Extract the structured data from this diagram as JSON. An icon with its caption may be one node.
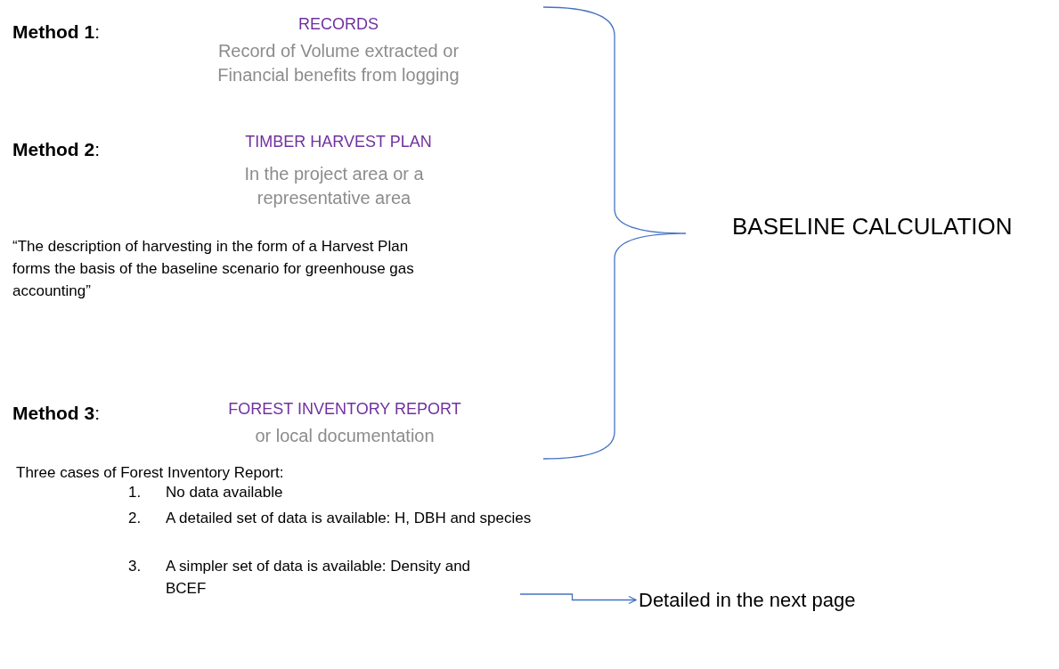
{
  "diagram": {
    "nodes": [
      {
        "text": [
          "A simpler set of data is available: Density and BCEF"
        ]
      },
      {
        "text": [
          "Detailed in the next page"
        ]
      }
    ],
    "edges": [
      {
        "from": 0,
        "to": 1,
        "arrow": "to"
      }
    ],
    "labels": [
      "**Method 1**:",
      "RECORDS",
      "Record of Volume extracted or Financial benefits from logging",
      "**Method 2**:",
      "TIMBER HARVEST PLAN",
      "In the project area or a representative area",
      "BASELINE CALCULATION",
      "“The description of harvesting in the form of a Harvest Plan forms the basis of the baseline scenario for greenhouse gas accounting”",
      "**Method 3**:",
      "FOREST INVENTORY REPORT",
      "or local documentation",
      "Three cases of Forest Inventory Report:",
      "1.",
      "No data available",
      "2.",
      "A detailed set of data is available: H, DBH and species",
      "3."
    ]
  }
}
